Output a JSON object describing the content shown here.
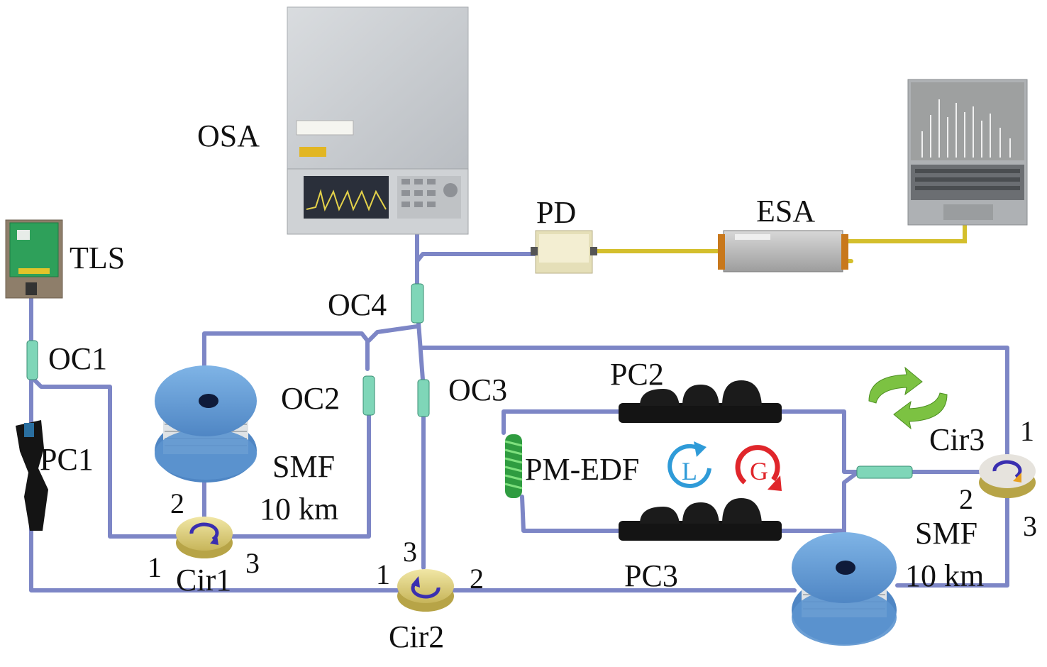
{
  "labels": {
    "osa": "OSA",
    "tls": "TLS",
    "pd": "PD",
    "esa": "ESA",
    "oc1": "OC1",
    "oc2": "OC2",
    "oc3": "OC3",
    "oc4": "OC4",
    "pc1": "PC1",
    "pc2": "PC2",
    "pc3": "PC3",
    "smf_top": "SMF",
    "smf_top_len": "10 km",
    "smf_bottom": "SMF",
    "smf_bottom_len": "10 km",
    "pm_edf": "PM-EDF",
    "cir1": "Cir1",
    "cir2": "Cir2",
    "cir3": "Cir3",
    "l_badge": "L",
    "g_badge": "G"
  },
  "ports": {
    "cir1": {
      "p1": "1",
      "p2": "2",
      "p3": "3"
    },
    "cir2": {
      "p1": "1",
      "p2": "2",
      "p3": "3"
    },
    "cir3": {
      "p1": "1",
      "p2": "2",
      "p3": "3"
    }
  },
  "colors": {
    "fiber": "#7d86c6",
    "rf_cable": "#d4bf2c",
    "spool": "#6fa6dc",
    "coupler": "#7fd6b8",
    "circulator": "#e8d98a",
    "edf": "#35b54a",
    "l_badge": "#2f9bd8",
    "g_badge": "#e0262b",
    "cycle_arrows": "#7cc242"
  }
}
